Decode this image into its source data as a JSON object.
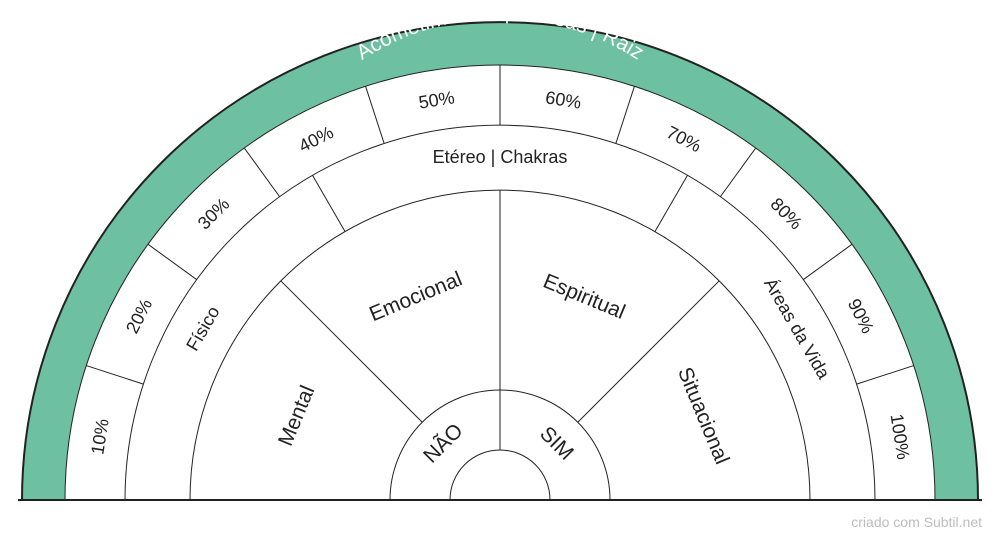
{
  "theme": {
    "ring_color": "#6dc0a2",
    "line_color": "#222222",
    "fill": "#ffffff",
    "title_text_color": "#ffffff",
    "credit_color": "#bdbdbd"
  },
  "outer_ring": {
    "title": "Acometimentos | Causas | Raiz"
  },
  "percent_ring": {
    "labels": [
      "10%",
      "20%",
      "30%",
      "40%",
      "50%",
      "60%",
      "70%",
      "80%",
      "90%",
      "100%"
    ]
  },
  "middle_ring": {
    "labels": [
      "Físico",
      "Etéreo | Chakras",
      "Áreas da Vida"
    ]
  },
  "inner_ring": {
    "labels": [
      "Mental",
      "Emocional",
      "Espiritual",
      "Situacional"
    ]
  },
  "center_ring": {
    "labels": [
      "NÃO",
      "SIM"
    ]
  },
  "credit": "criado com Subtil.net"
}
